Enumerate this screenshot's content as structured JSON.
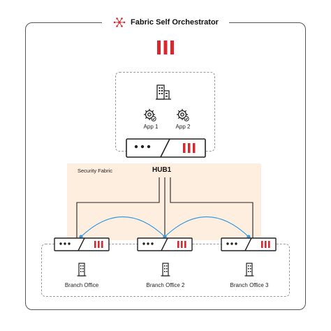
{
  "title": "Fabric Self Orchestrator",
  "security_fabric_label": "Security Fabric",
  "hub": {
    "label": "HUB1"
  },
  "apps": [
    {
      "label": "App 1"
    },
    {
      "label": "App 2"
    }
  ],
  "branches": [
    {
      "label": "Branch Office"
    },
    {
      "label": "Branch Office 2"
    },
    {
      "label": "Branch Office 3"
    }
  ],
  "colors": {
    "accent": "#d8282f",
    "link": "#3a9bdc",
    "fabric_band": "#fdeee0",
    "line": "#222222"
  },
  "icons": [
    "fabric-orchestrator-icon",
    "fortinet-logo",
    "building-icon",
    "app-gear-icon",
    "firewall-appliance-icon",
    "branch-building-icon"
  ]
}
